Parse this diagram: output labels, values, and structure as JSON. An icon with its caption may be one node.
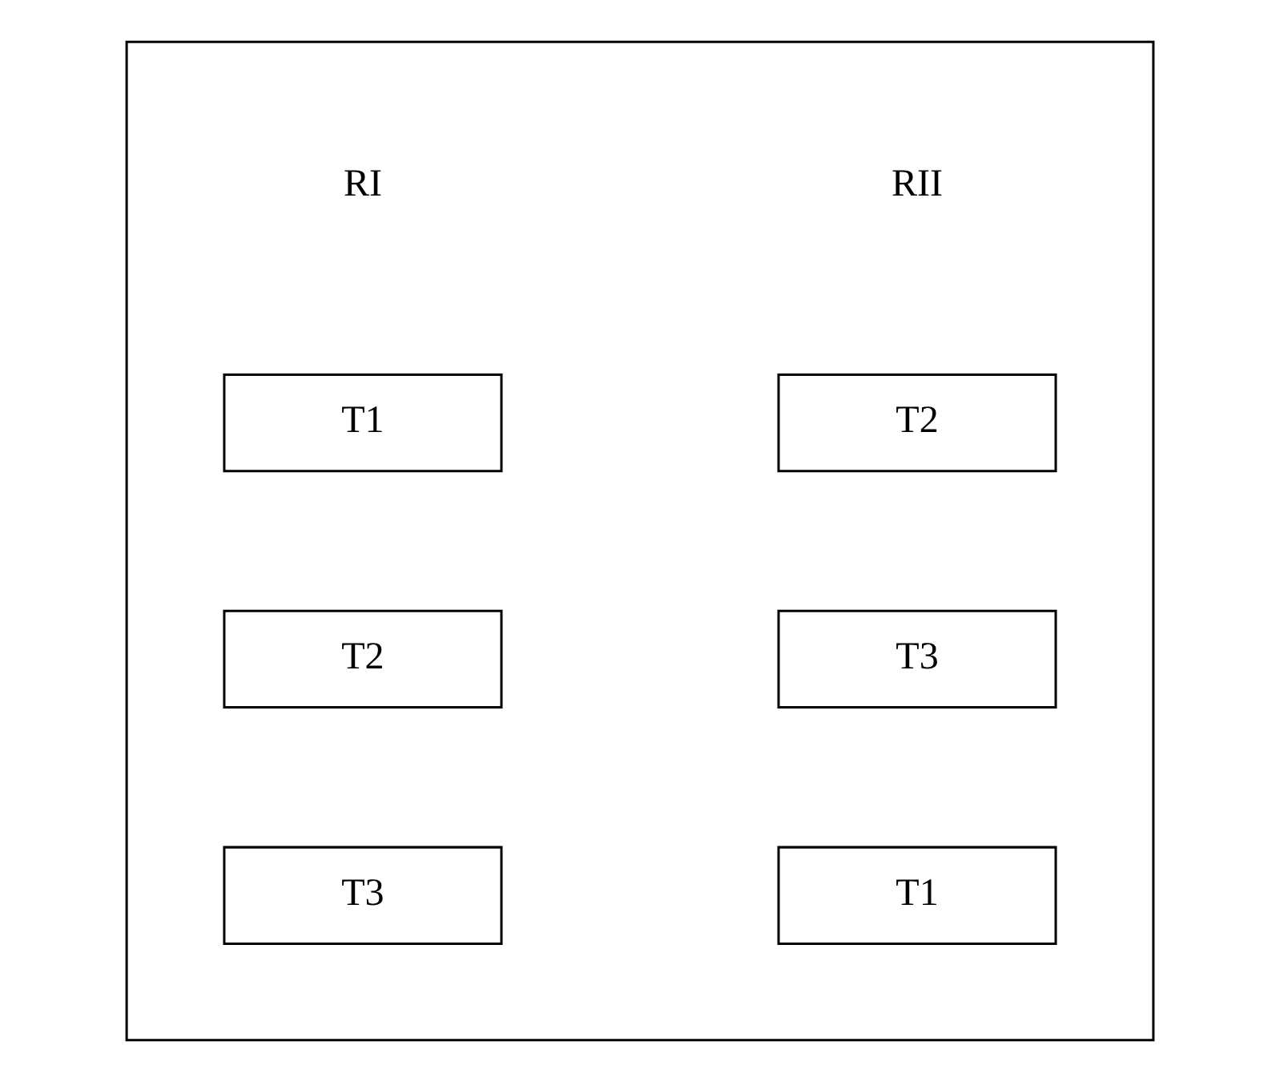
{
  "diagram": {
    "nodes": [
      {
        "text": [],
        "shape": "box"
      },
      {
        "text": [
          "T1"
        ],
        "in": 0
      },
      {
        "text": [
          "T2"
        ],
        "in": 0
      },
      {
        "text": [
          "T2"
        ],
        "in": 0
      },
      {
        "text": [
          "T3"
        ],
        "in": 0
      },
      {
        "text": [
          "T3"
        ],
        "in": 0
      },
      {
        "text": [
          "T1"
        ],
        "in": 0
      }
    ],
    "edges": [],
    "labels": [
      "RI",
      "RII"
    ]
  }
}
